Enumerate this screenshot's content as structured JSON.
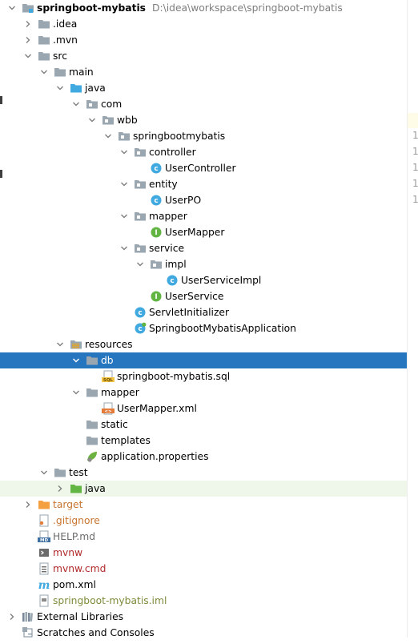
{
  "project": {
    "name": "springboot-mybatis",
    "path": "D:\\idea\\workspace\\springboot-mybatis"
  },
  "nodes": [
    {
      "label": "springboot-mybatis",
      "type": "module",
      "arrow": "down",
      "bold": true,
      "has_path": true
    },
    {
      "label": ".idea",
      "type": "folder",
      "arrow": "right"
    },
    {
      "label": ".mvn",
      "type": "folder",
      "arrow": "right"
    },
    {
      "label": "src",
      "type": "folder",
      "arrow": "down"
    },
    {
      "label": "main",
      "type": "folder",
      "arrow": "down"
    },
    {
      "label": "java",
      "type": "folder-blue",
      "arrow": "down"
    },
    {
      "label": "com",
      "type": "package",
      "arrow": "down"
    },
    {
      "label": "wbb",
      "type": "package",
      "arrow": "down"
    },
    {
      "label": "springbootmybatis",
      "type": "package",
      "arrow": "down"
    },
    {
      "label": "controller",
      "type": "package",
      "arrow": "down"
    },
    {
      "label": "UserController",
      "type": "class"
    },
    {
      "label": "entity",
      "type": "package",
      "arrow": "down"
    },
    {
      "label": "UserPO",
      "type": "class"
    },
    {
      "label": "mapper",
      "type": "package",
      "arrow": "down"
    },
    {
      "label": "UserMapper",
      "type": "interface"
    },
    {
      "label": "service",
      "type": "package",
      "arrow": "down"
    },
    {
      "label": "impl",
      "type": "package",
      "arrow": "down"
    },
    {
      "label": "UserServiceImpl",
      "type": "class"
    },
    {
      "label": "UserService",
      "type": "interface"
    },
    {
      "label": "ServletInitializer",
      "type": "class"
    },
    {
      "label": "SpringbootMybatisApplication",
      "type": "spring-class"
    },
    {
      "label": "resources",
      "type": "folder-res",
      "arrow": "down"
    },
    {
      "label": "db",
      "type": "folder",
      "arrow": "down",
      "selected": true
    },
    {
      "label": "springboot-mybatis.sql",
      "type": "sql"
    },
    {
      "label": "mapper",
      "type": "folder",
      "arrow": "down"
    },
    {
      "label": "UserMapper.xml",
      "type": "xml"
    },
    {
      "label": "static",
      "type": "folder"
    },
    {
      "label": "templates",
      "type": "folder"
    },
    {
      "label": "application.properties",
      "type": "properties"
    },
    {
      "label": "test",
      "type": "folder",
      "arrow": "down"
    },
    {
      "label": "java",
      "type": "folder-green",
      "arrow": "right",
      "green_row": true
    },
    {
      "label": "target",
      "type": "folder-orange",
      "arrow": "right",
      "color": "orange"
    },
    {
      "label": ".gitignore",
      "type": "gitignore",
      "color": "orange"
    },
    {
      "label": "HELP.md",
      "type": "md",
      "color": "gray"
    },
    {
      "label": "mvnw",
      "type": "script",
      "color": "red"
    },
    {
      "label": "mvnw.cmd",
      "type": "cmd",
      "color": "red"
    },
    {
      "label": "pom.xml",
      "type": "maven"
    },
    {
      "label": "springboot-mybatis.iml",
      "type": "iml",
      "color": "olive"
    },
    {
      "label": "External Libraries",
      "type": "libs",
      "arrow": "right"
    },
    {
      "label": "Scratches and Consoles",
      "type": "scratches"
    }
  ],
  "gutter_numbers": [
    "1",
    "1",
    "1",
    "1",
    "1"
  ],
  "colors": {
    "selection": "#2675bf",
    "folder": "#9aa7b0",
    "folder_blue": "#40a9e0",
    "class": "#40a9e0",
    "interface": "#62b543",
    "green_row": "#eef7e9",
    "target_orange": "#f4a040"
  }
}
